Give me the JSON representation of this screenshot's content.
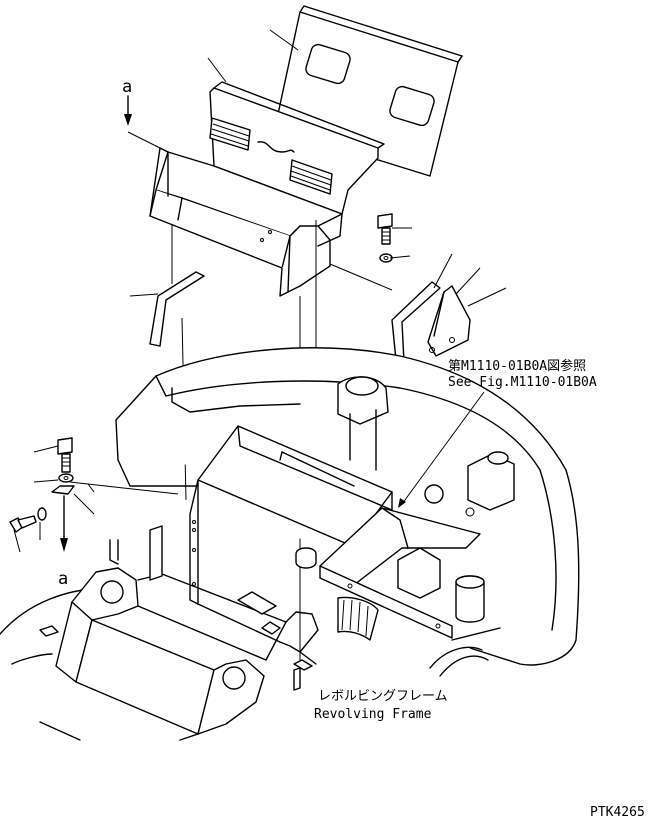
{
  "callouts": {
    "ref_jp": "第M1110-01B0A図参照",
    "ref_en": "See Fig.M1110-01B0A",
    "frame_jp": "レボルビングフレーム",
    "frame_en": "Revolving Frame",
    "arrow_top": "a",
    "arrow_bottom": "a"
  },
  "drawing_code": "PTK4265"
}
